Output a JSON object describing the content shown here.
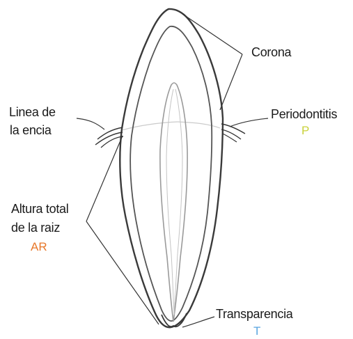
{
  "labels": {
    "corona": "Corona",
    "linea_de_la_encia": {
      "line1": "Linea de",
      "line2": "la encia"
    },
    "periodontitis": {
      "name": "Periodontitis",
      "abbr": "P"
    },
    "altura_total": {
      "line1": "Altura total",
      "line2": "de la raiz",
      "abbr": "AR"
    },
    "transparencia": {
      "name": "Transparencia",
      "abbr": "T"
    }
  },
  "colors": {
    "periodontitis_abbr": "#c9d23a",
    "altura_total_abbr": "#e8782a",
    "transparencia_abbr": "#5aa6e0",
    "outline": "#3a3a3a",
    "canal": "#9a9a9a"
  }
}
